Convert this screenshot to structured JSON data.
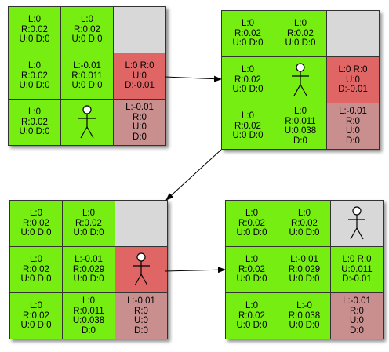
{
  "grids": [
    {
      "cells": [
        {
          "type": "green",
          "text": "L:0\nR:0.02\nU:0 D:0"
        },
        {
          "type": "green",
          "text": "L:0\nR:0.02\nU:0 D:0"
        },
        {
          "type": "gray",
          "text": ""
        },
        {
          "type": "green",
          "text": "L:0\nR:0.02\nU:0 D:0"
        },
        {
          "type": "green",
          "text": "L:-0.01\nR:0.011\nU:0 D:0"
        },
        {
          "type": "red",
          "text": "L:0 R:0\nU:0\nD:-0.01"
        },
        {
          "type": "green",
          "text": "L:0\nR:0.02\nU:0 D:0"
        },
        {
          "type": "green",
          "text": "",
          "figure": true
        },
        {
          "type": "pink",
          "text": "L:-0.01\nR:0\nU:0\nD:0"
        }
      ]
    },
    {
      "cells": [
        {
          "type": "green",
          "text": "L:0\nR:0.02\nU:0 D:0"
        },
        {
          "type": "green",
          "text": "L:0\nR:0.02\nU:0 D:0"
        },
        {
          "type": "gray",
          "text": ""
        },
        {
          "type": "green",
          "text": "L:0\nR:0.02\nU:0 D:0"
        },
        {
          "type": "green",
          "text": "",
          "figure": true
        },
        {
          "type": "red",
          "text": "L:0 R:0\nU:0\nD:-0.01"
        },
        {
          "type": "green",
          "text": "L:0\nR:0.02\nU:0 D:0"
        },
        {
          "type": "green",
          "text": "L:0\nR:0.011\nU:0.038\nD:0"
        },
        {
          "type": "pink",
          "text": "L:-0.01\nR:0\nU:0\nD:0"
        }
      ]
    },
    {
      "cells": [
        {
          "type": "green",
          "text": "L:0\nR:0.02\nU:0 D:0"
        },
        {
          "type": "green",
          "text": "L:0\nR:0.02\nU:0 D:0"
        },
        {
          "type": "gray",
          "text": ""
        },
        {
          "type": "green",
          "text": "L:0\nR:0.02\nU:0 D:0"
        },
        {
          "type": "green",
          "text": "L:-0.01\nR:0.029\nU:0 D:0"
        },
        {
          "type": "red",
          "text": "",
          "figure": true
        },
        {
          "type": "green",
          "text": "L:0\nR:0.02\nU:0 D:0"
        },
        {
          "type": "green",
          "text": "L:0\nR:0.011\nU:0.038\nD:0"
        },
        {
          "type": "pink",
          "text": "L:-0.01\nR:0\nU:0\nD:0"
        }
      ]
    },
    {
      "cells": [
        {
          "type": "green",
          "text": "L:0\nR:0.02\nU:0 D:0"
        },
        {
          "type": "green",
          "text": "L:0\nR:0.02\nU:0 D:0"
        },
        {
          "type": "gray",
          "text": "",
          "figure": true
        },
        {
          "type": "green",
          "text": "L:0\nR:0.02\nU:0 D:0"
        },
        {
          "type": "green",
          "text": "L:-0.01\nR:0.029\nU:0 D:0"
        },
        {
          "type": "green",
          "text": "L:0 R:0\nU:0.011\nD:-0.01"
        },
        {
          "type": "green",
          "text": "L:0\nR:0.02\nU:0 D:0"
        },
        {
          "type": "green",
          "text": "L:-0\nR:0.038\nU:0 D:0"
        },
        {
          "type": "pink",
          "text": "L:-0.01\nR:0\nU:0\nD:0"
        }
      ]
    }
  ],
  "colors": {
    "green": "#77ee11",
    "gray": "#d8d8d8",
    "red": "#e06666",
    "pink": "#c98f8f",
    "arrow": "#000000"
  }
}
